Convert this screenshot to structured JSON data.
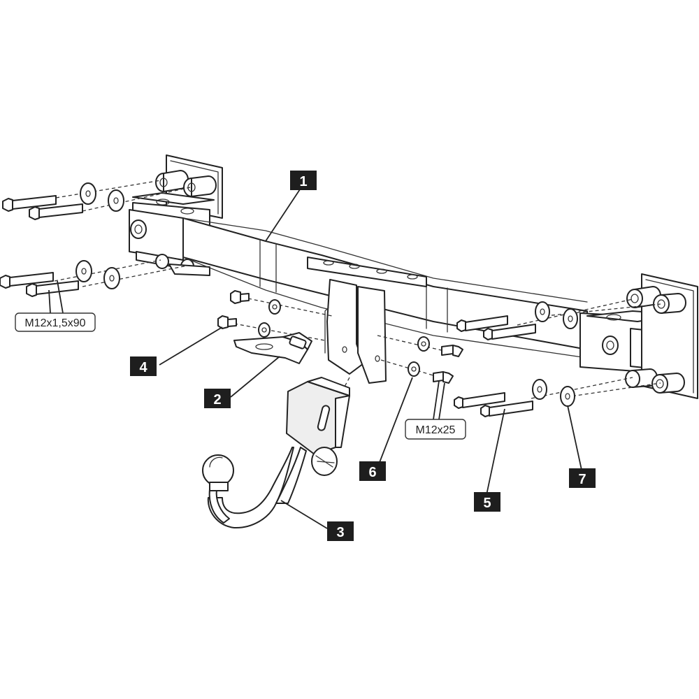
{
  "parts": [
    {
      "number": "1",
      "part": "crossbar"
    },
    {
      "number": "2",
      "part": "socket-bracket"
    },
    {
      "number": "3",
      "part": "towball-neck"
    },
    {
      "number": "4",
      "part": "bracket-bolt"
    },
    {
      "number": "5",
      "part": "long-bolt"
    },
    {
      "number": "6",
      "part": "washer"
    },
    {
      "number": "7",
      "part": "large-washer"
    }
  ],
  "bolt_specs": {
    "long_bolt": "M12x1,5x90",
    "short_bolt": "M12x25"
  },
  "colors": {
    "line": "#222222",
    "badge_fill": "#1e1e1e",
    "badge_text": "#ffffff"
  }
}
